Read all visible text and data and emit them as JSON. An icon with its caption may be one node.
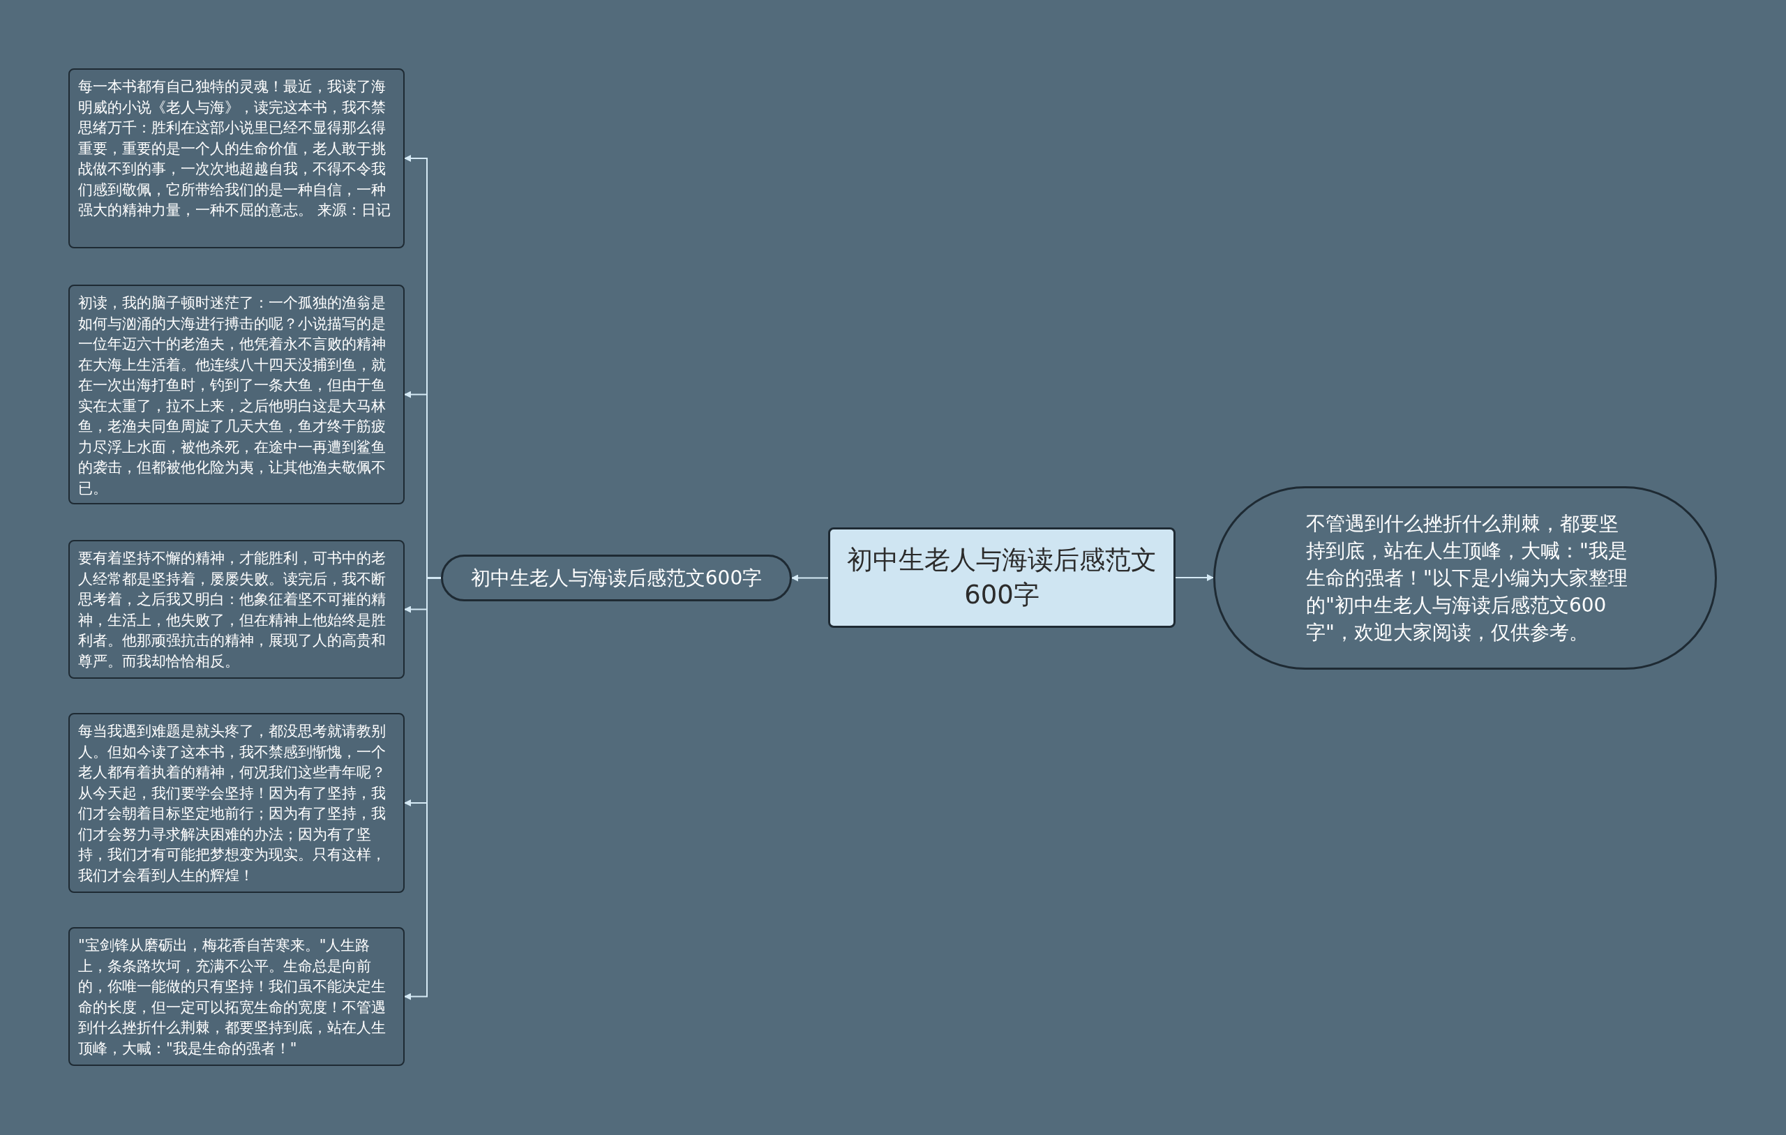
{
  "diagram": {
    "nodes": [
      {
        "text": [
          "初中生老人与海读后感范文600字"
        ]
      },
      {
        "text": [
          "初中生老人与海读后感范文600字"
        ]
      },
      {
        "text": [
          "每一本书都有自己独特的灵魂！最近，我读了海明威的小说《老人与海》，读完这本书，我不禁思绪万千：胜利在这部小说里已经不显得那么得重要，重要的是一个人的生命价值，老人敢于挑战做不到的事，一次次地超越自我，不得不令我们感到敬佩，它所带给我们的是一种自信，一种强大的精神力量，一种不屈的意志。 来源：日记"
        ]
      },
      {
        "text": [
          "初读，我的脑子顿时迷茫了：一个孤独的渔翁是如何与汹涌的大海进行搏击的呢？小说描写的是一位年迈六十的老渔夫，他凭着永不言败的精神在大海上生活着。他连续八十四天没捕到鱼，就在一次出海打鱼时，钓到了一条大鱼，但由于鱼实在太重了，拉不上来，之后他明白这是大马林鱼，老渔夫同鱼周旋了几天大鱼，鱼才终于筋疲力尽浮上水面，被他杀死，在途中一再遭到鲨鱼的袭击，但都被他化险为夷，让其他渔夫敬佩不已。"
        ]
      },
      {
        "text": [
          "要有着坚持不懈的精神，才能胜利，可书中的老人经常都是坚持着，屡屡失败。读完后，我不断思考着，之后我又明白：他象征着坚不可摧的精神，生活上，他失败了，但在精神上他始终是胜利者。他那顽强抗击的精神，展现了人的高贵和尊严。而我却恰恰相反。"
        ]
      },
      {
        "text": [
          "每当我遇到难题是就头疼了，都没思考就请教别人。但如今读了这本书，我不禁感到惭愧，一个老人都有着执着的精神，何况我们这些青年呢？从今天起，我们要学会坚持！因为有了坚持，我们才会朝着目标坚定地前行；因为有了坚持，我们才会努力寻求解决困难的办法；因为有了坚持，我们才有可能把梦想变为现实。只有这样，我们才会看到人生的辉煌！"
        ]
      },
      {
        "text": [
          "\"宝剑锋从磨砺出，梅花香自苦寒来。\"人生路上，条条路坎坷，充满不公平。生命总是向前的，你唯一能做的只有坚持！我们虽不能决定生命的长度，但一定可以拓宽生命的宽度！不管遇到什么挫折什么荆棘，都要坚持到底，站在人生顶峰，大喊：\"我是生命的强者！\""
        ]
      },
      {
        "text": [
          "不管遇到什么挫折什么荆棘，都要坚持到底，站在人生顶峰，大喊：\"我是生命的强者！\"以下是小编为大家整理的\"初中生老人与海读后感范文600字\"，欢迎大家阅读，仅供参考。"
        ]
      }
    ],
    "edges": [
      {
        "from": 0,
        "to": 1,
        "arrow": "to"
      },
      {
        "from": 0,
        "to": 7,
        "arrow": "to"
      },
      {
        "from": 1,
        "to": 2,
        "arrow": "to"
      },
      {
        "from": 1,
        "to": 3,
        "arrow": "to"
      },
      {
        "from": 1,
        "to": 4,
        "arrow": "to"
      },
      {
        "from": 1,
        "to": 5,
        "arrow": "to"
      },
      {
        "from": 1,
        "to": 6,
        "arrow": "to"
      }
    ]
  }
}
